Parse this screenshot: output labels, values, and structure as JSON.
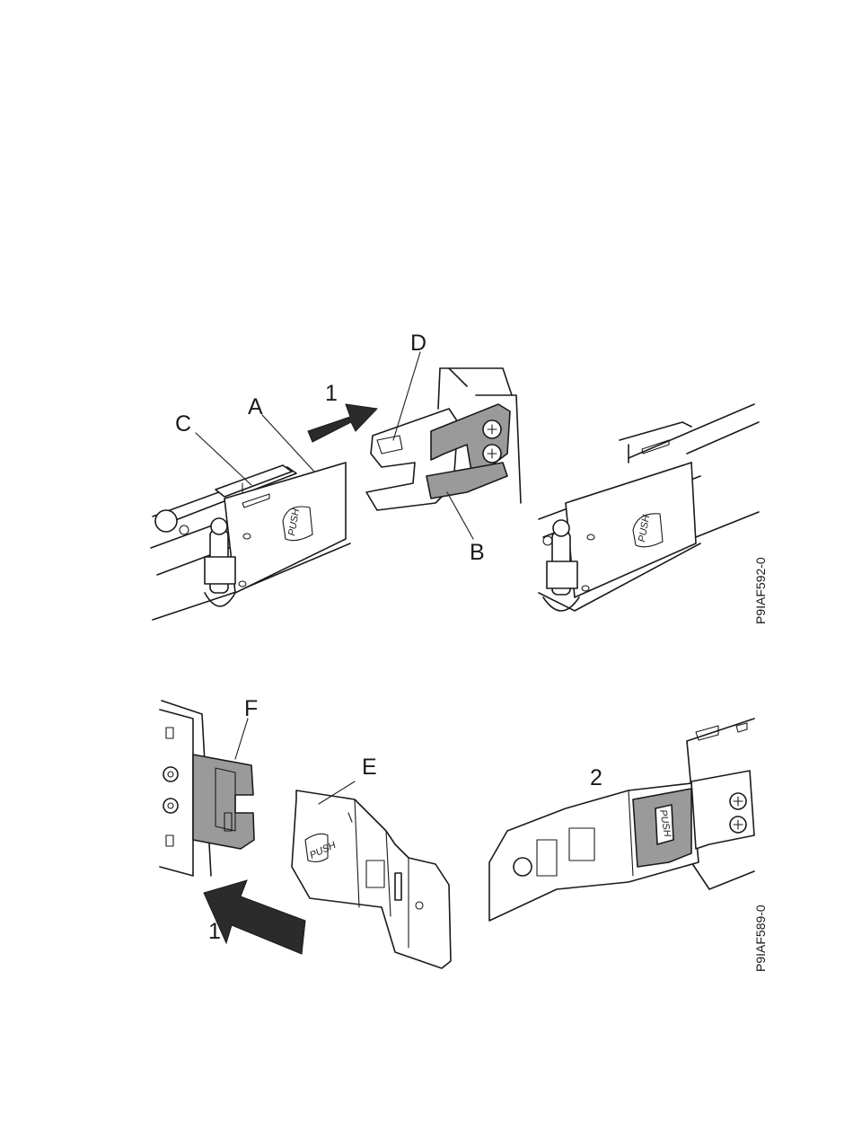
{
  "figure_top": {
    "callouts": {
      "A": "A",
      "B": "B",
      "C": "C",
      "D": "D",
      "step": "1"
    },
    "push_labels": [
      "PUSH",
      "PUSH"
    ],
    "figure_id": "P9IAF592-0"
  },
  "figure_bottom": {
    "callouts": {
      "E": "E",
      "F": "F",
      "step1": "1",
      "step2": "2"
    },
    "push_labels": [
      "PUSH",
      "PUSH"
    ],
    "figure_id": "P9IAF589-0"
  }
}
